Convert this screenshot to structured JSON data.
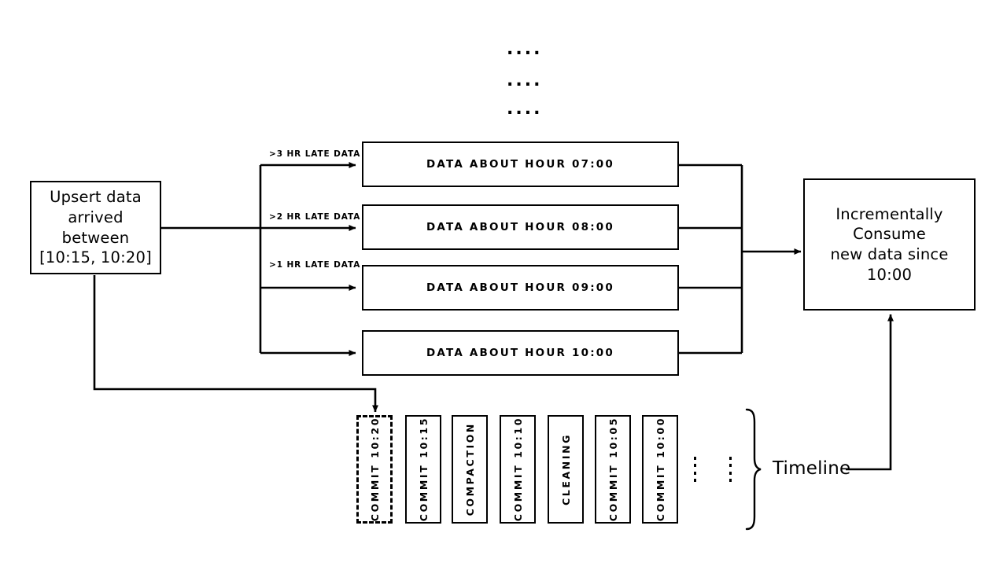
{
  "diagram": {
    "title": "Incremental upsert and timeline diagram",
    "colors": {
      "stroke": "#000000",
      "background": "#ffffff",
      "text": "#000000"
    },
    "source_box": {
      "line1": "Upsert data",
      "line2": "arrived between",
      "line3": "[10:15, 10:20]"
    },
    "consumer_box": {
      "line1": "Incrementally Consume",
      "line2": "new data since 10:00"
    },
    "fanout_labels": [
      ">3 HR LATE DATA",
      ">2 HR LATE DATA",
      ">1 HR LATE DATA"
    ],
    "data_boxes": [
      {
        "label": "DATA ABOUT HOUR 07:00"
      },
      {
        "label": "DATA ABOUT HOUR 08:00"
      },
      {
        "label": "DATA ABOUT HOUR 09:00"
      },
      {
        "label": "DATA ABOUT HOUR 10:00"
      }
    ],
    "timeline": {
      "label": "Timeline",
      "commits": [
        {
          "label": "COMMIT 10:20",
          "style": "dashed"
        },
        {
          "label": "COMMIT 10:15",
          "style": "solid"
        },
        {
          "label": "COMPACTION",
          "style": "solid"
        },
        {
          "label": "COMMIT 10:10",
          "style": "solid"
        },
        {
          "label": "CLEANING",
          "style": "solid"
        },
        {
          "label": "COMMIT 10:05",
          "style": "solid"
        },
        {
          "label": "COMMIT 10:00",
          "style": "solid"
        }
      ]
    },
    "ellipses": {
      "top": [
        "....",
        "....",
        "...."
      ],
      "timeline_gap_columns": 2
    }
  }
}
